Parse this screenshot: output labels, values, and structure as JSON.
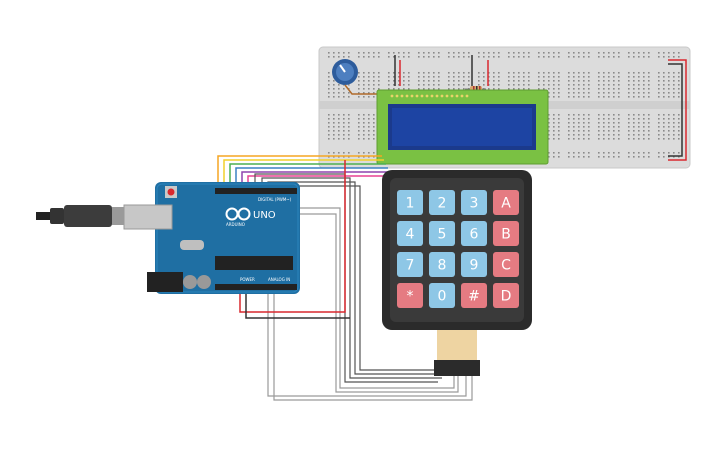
{
  "board": {
    "model": "UNO",
    "brand": "ARDUINO",
    "digital_label": "DIGITAL (PWM~)",
    "power_label": "POWER",
    "analog_label": "ANALOG IN"
  },
  "keypad": {
    "rows": [
      [
        "1",
        "2",
        "3",
        "A"
      ],
      [
        "4",
        "5",
        "6",
        "B"
      ],
      [
        "7",
        "8",
        "9",
        "C"
      ],
      [
        "*",
        "0",
        "#",
        "D"
      ]
    ]
  },
  "colors": {
    "board": "#1f6fa3",
    "breadboard": "#dcdcdc",
    "lcd_frame": "#7ac143",
    "lcd_screen": "#1b3a8c",
    "keypad_body": "#2b2b2b",
    "key_blue": "#8ec7e6",
    "key_red": "#e57b82",
    "wire_red": "#d9282e",
    "wire_black": "#333333",
    "wire_gray": "#9a9a9a",
    "wire_orange": "#f5a623",
    "wire_yellow": "#f2d02c",
    "wire_green": "#4caf50",
    "wire_blue": "#3b82c4",
    "wire_purple": "#8e44ad",
    "wire_pink": "#e84393"
  }
}
